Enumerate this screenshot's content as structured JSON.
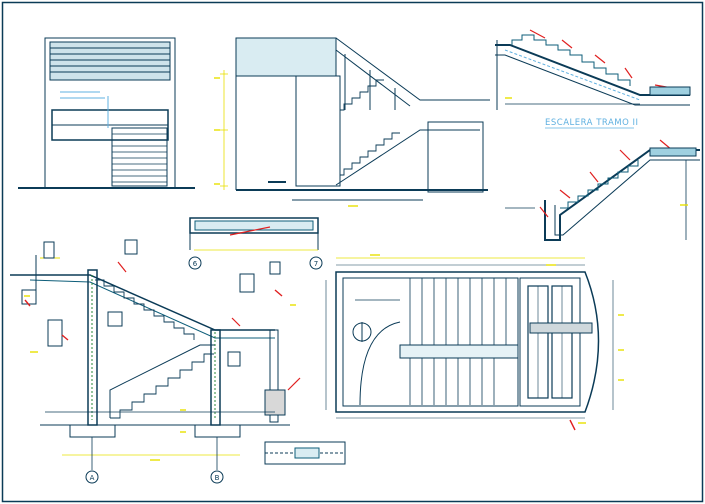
{
  "drawing": {
    "section_title": "ESCALERA TRAMO II",
    "grid_axes": [
      "A",
      "B",
      "6",
      "7"
    ],
    "colors": {
      "background": "#ffffff",
      "linework": "#0b3b57",
      "structure": "#0e5e7a",
      "accent_blue": "#5fb0e0",
      "annotation_red": "#e02020",
      "dimension_yellow": "#e8e000",
      "hatch_green": "#2a8a3a"
    }
  }
}
